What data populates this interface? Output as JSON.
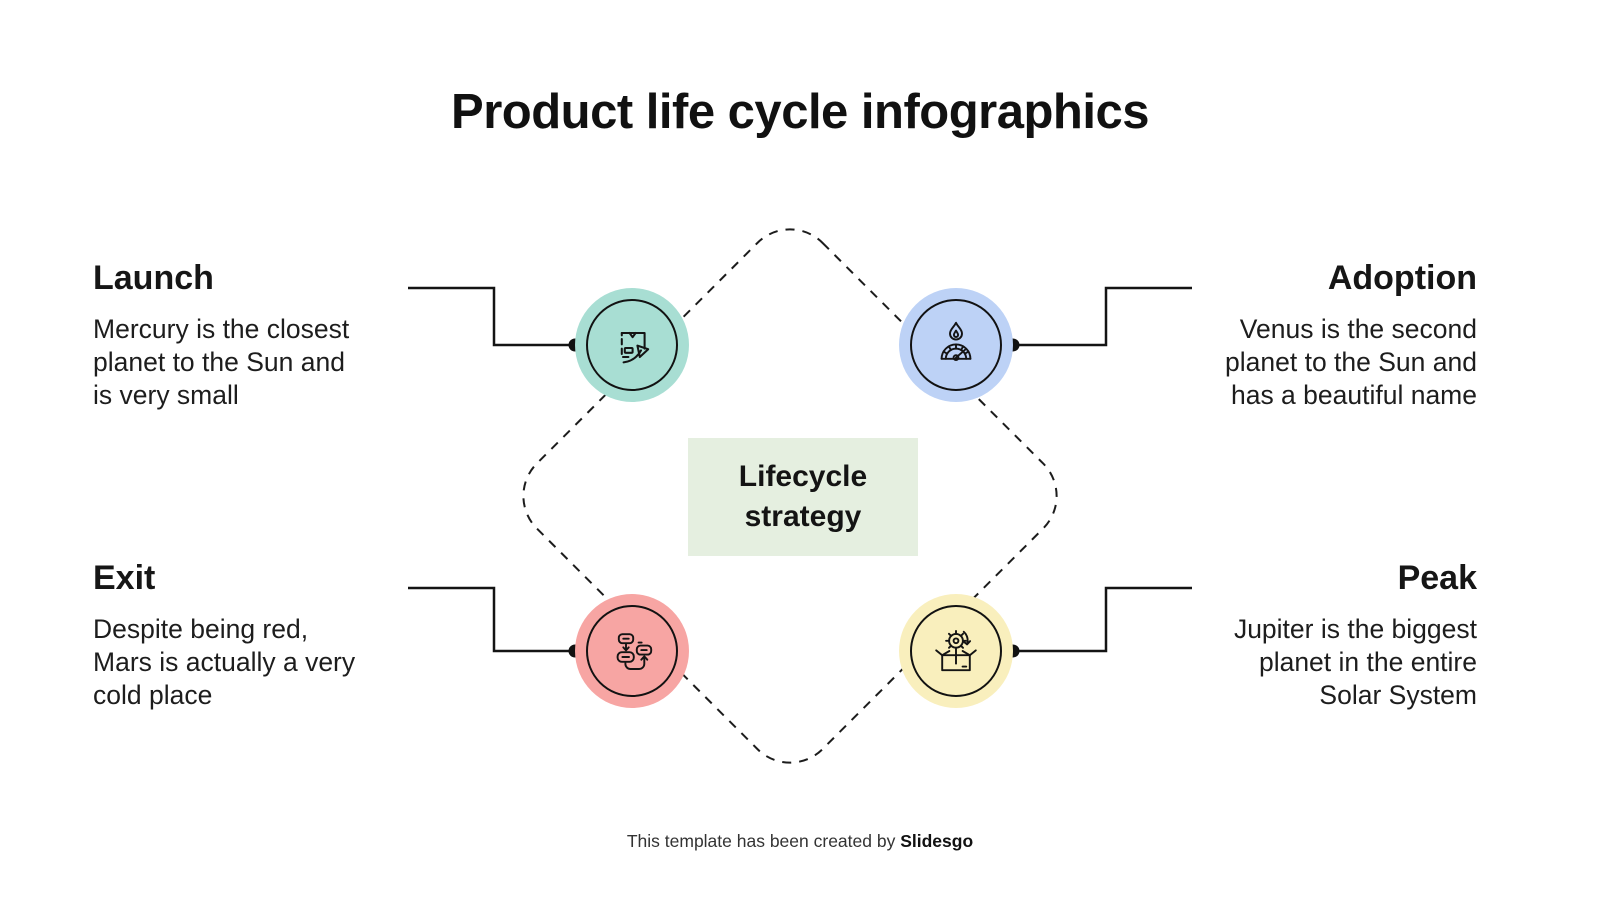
{
  "slide_title": "Product life cycle infographics",
  "center_label": "Lifecycle\nstrategy",
  "center_bg": "#e5efe0",
  "stages": [
    {
      "name": "Launch",
      "description": "Mercury is the closest\nplanet to the Sun and\nis very small",
      "icon": "package-arrow-icon",
      "color": "#a8ded3",
      "position": "top-left"
    },
    {
      "name": "Adoption",
      "description": "Venus is the second\nplanet to the Sun and\nhas a beautiful name",
      "icon": "gauge-flame-icon",
      "color": "#bdd2f6",
      "position": "top-right"
    },
    {
      "name": "Exit",
      "description": "Despite being red,\nMars is actually a very\ncold place",
      "icon": "flowchart-loop-icon",
      "color": "#f7a5a3",
      "position": "bottom-left"
    },
    {
      "name": "Peak",
      "description": "Jupiter is the biggest\nplanet in the entire\nSolar System",
      "icon": "open-box-gear-icon",
      "color": "#f9efbd",
      "position": "bottom-right"
    }
  ],
  "footer": {
    "prefix": "This template has been created by",
    "brand": "Slidesgo"
  },
  "line_color": "#1a1a1a"
}
